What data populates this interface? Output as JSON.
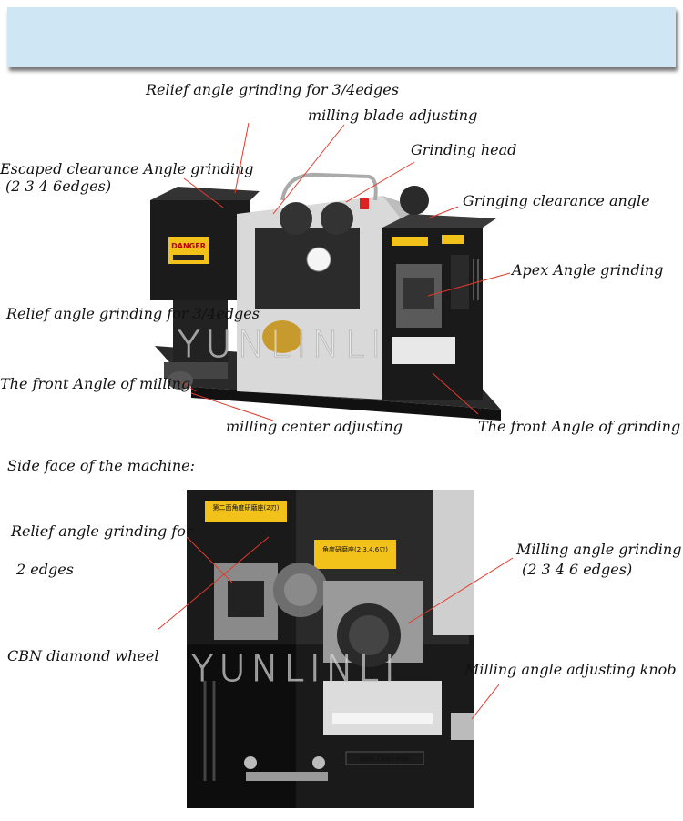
{
  "labels": {
    "relief_34": "Relief angle grinding for 3/4edges",
    "milling_blade": "milling blade adjusting",
    "grinding_head": "Grinding head",
    "escaped_line1": "Escaped clearance Angle grinding",
    "escaped_line2": "(2 3 4 6edges)",
    "gringing": "Gringing clearance angle",
    "apex": "Apex Angle grinding",
    "relief_34b": "Relief angle grinding for 3/4edges",
    "front_milling": "The front Angle of milling",
    "milling_center": "milling center adjusting",
    "front_grinding": "The front Angle of grinding",
    "side_face": "Side face of the machine:",
    "relief_2_line1": "Relief angle grinding for",
    "relief_2_line2": "2 edges",
    "cbn": "CBN diamond wheel",
    "milling_angle_line1": "Milling angle grinding",
    "milling_angle_line2": "(2 3 4 6 edges)",
    "milling_knob": "Milling angle adjusting knob"
  },
  "watermark": "YUNLINLI",
  "machine_text": {
    "danger": "DANGER",
    "sticker_top": "第二面角度研磨座(2刃)",
    "sticker_mid": "角度研磨座(2.3.4.6刃)",
    "web_diameter": "Web Diameter"
  },
  "colors": {
    "banner": "#cfe6f4",
    "leader": "#e23a2a",
    "sticker": "#f2c21a"
  }
}
